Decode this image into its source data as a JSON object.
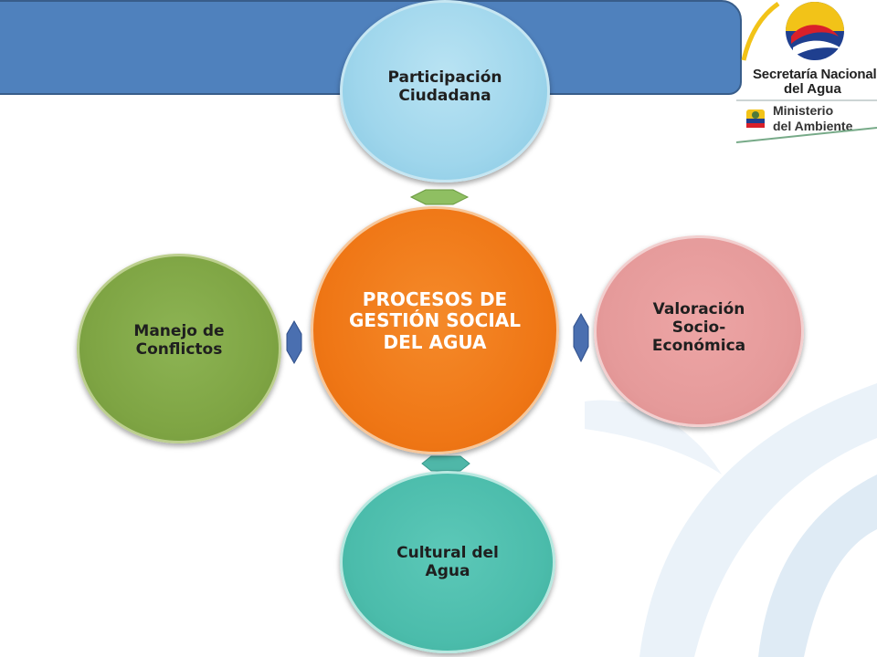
{
  "slide": {
    "title": ""
  },
  "logos": {
    "senagua_line1": "Secretaría Nacional",
    "senagua_line2": "del Agua",
    "ministerio_line1": "Ministerio",
    "ministerio_line2": "del Ambiente"
  },
  "diagram": {
    "center": "PROCESOS DE GESTIÓN SOCIAL DEL AGUA",
    "top": "Participación Ciudadana",
    "right": "Valoración Socio-Económica",
    "bottom": "Cultural del Agua",
    "left": "Manejo de Conflictos"
  },
  "colors": {
    "title_bar": "#4f81bd",
    "center": "#ef7615",
    "top": "#9fd6ec",
    "right": "#e59a9a",
    "bottom": "#4bbcab",
    "left": "#7ea443"
  }
}
